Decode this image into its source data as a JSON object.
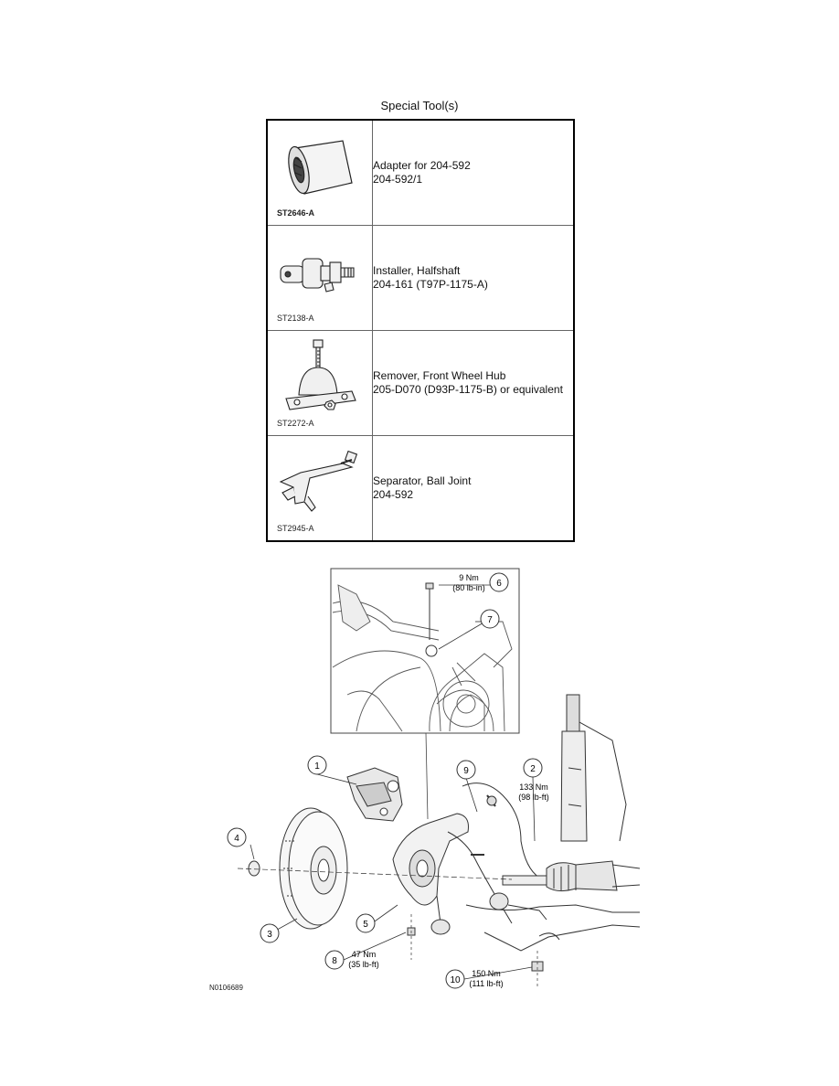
{
  "caption": "Special Tool(s)",
  "tools": [
    {
      "code": "ST2646-A",
      "name": "Adapter for 204-592",
      "number": "204-592/1",
      "icon": "adapter-icon"
    },
    {
      "code": "ST2138-A",
      "name": "Installer, Halfshaft",
      "number": "204-161 (T97P-1175-A)",
      "icon": "installer-icon"
    },
    {
      "code": "ST2272-A",
      "name": "Remover, Front Wheel Hub",
      "number": "205-D070 (D93P-1175-B) or equivalent",
      "icon": "remover-icon"
    },
    {
      "code": "ST2945-A",
      "name": "Separator, Ball Joint",
      "number": "204-592",
      "icon": "separator-icon"
    }
  ],
  "diagram": {
    "callouts": [
      {
        "num": "1",
        "torque": "",
        "alt": ""
      },
      {
        "num": "2",
        "torque": "133 Nm",
        "alt": "(98 lb-ft)"
      },
      {
        "num": "3",
        "torque": "",
        "alt": ""
      },
      {
        "num": "4",
        "torque": "",
        "alt": ""
      },
      {
        "num": "5",
        "torque": "",
        "alt": ""
      },
      {
        "num": "6",
        "torque": "9 Nm",
        "alt": "(80 lb-in)"
      },
      {
        "num": "7",
        "torque": "",
        "alt": ""
      },
      {
        "num": "8",
        "torque": "47 Nm",
        "alt": "(35 lb-ft)"
      },
      {
        "num": "9",
        "torque": "",
        "alt": ""
      },
      {
        "num": "10",
        "torque": "150 Nm",
        "alt": "(111 lb-ft)"
      }
    ],
    "figure_id": "N0106689"
  }
}
